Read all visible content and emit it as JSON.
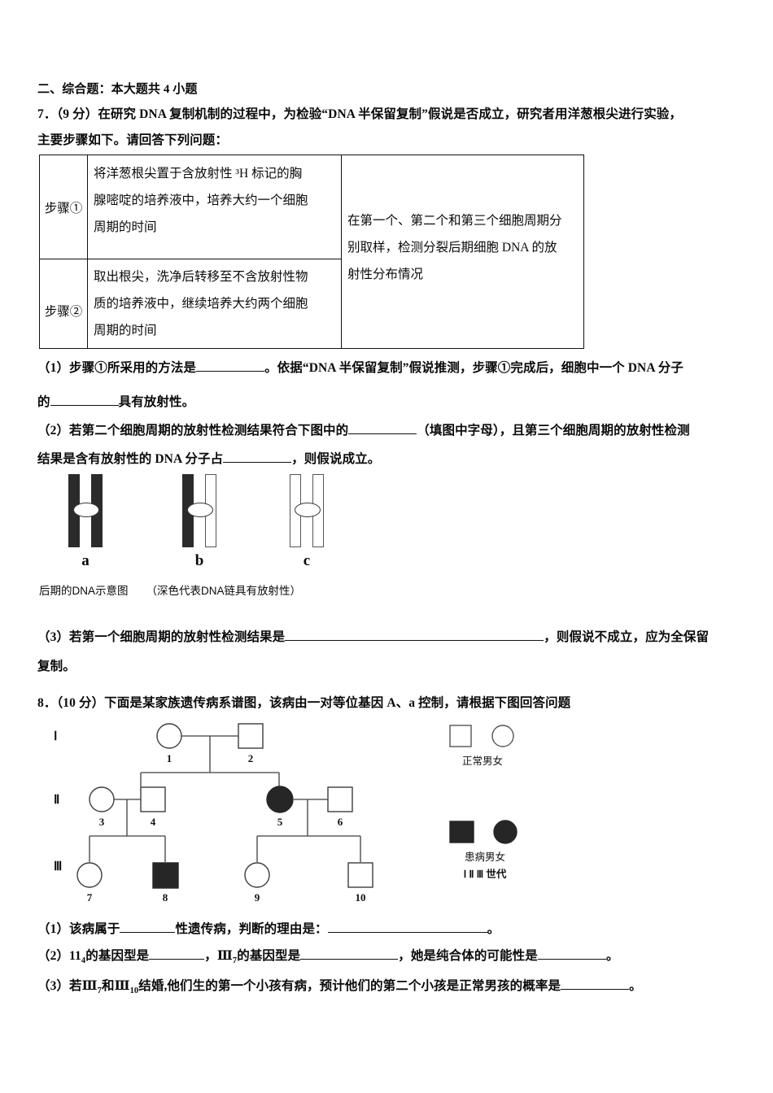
{
  "section": {
    "heading": "二、综合题：本大题共 4 小题"
  },
  "question7": {
    "stem_line1": "7．（9 分）在研究 DNA 复制机制的过程中，为检验“DNA 半保留复制”假说是否成立，研究者用洋葱根尖进行实验，",
    "stem_line2": "主要步骤如下。请回答下列问题：",
    "table": {
      "rows": [
        {
          "label": "步骤①",
          "text_lines": [
            "将洋葱根尖置于含放射性 ³H 标记的胸",
            "腺嘧啶的培养液中，培养大约一个细胞",
            "周期的时间"
          ]
        },
        {
          "label": "步骤②",
          "text_lines": [
            "取出根尖，洗净后转移至不含放射性物",
            "质的培养液中，继续培养大约两个细胞",
            "周期的时间"
          ]
        }
      ],
      "detection_lines": [
        "在第一个、第二个和第三个细胞周期分",
        "别取样，检测分裂后期细胞 DNA 的放",
        "射性分布情况"
      ]
    },
    "sub1_part1": "（1）步骤①所采用的方法是",
    "sub1_part2": "。依据“DNA 半保留复制”假说推测，步骤①完成后，细胞中一个 DNA 分子",
    "sub1_part3": "的",
    "sub1_part4": "具有放射性。",
    "sub2_part1": "（2）若第二个细胞周期的放射性检测结果符合下图中的",
    "sub2_part2": "（填图中字母），且第三个细胞周期的放射性检测",
    "sub2_part3": "结果是含有放射性的 DNA 分子占",
    "sub2_part4": "，则假说成立。",
    "sub3_part1": "（3）若第一个细胞周期的放射性检测结果是",
    "sub3_part2": "，则假说不成立，应为全保留",
    "sub3_part3": "复制。",
    "figure": {
      "items": [
        {
          "label": "a",
          "left_strand": "dark",
          "right_strand": "dark"
        },
        {
          "label": "b",
          "left_strand": "dark",
          "right_strand": "light"
        },
        {
          "label": "c",
          "left_strand": "light",
          "right_strand": "light"
        }
      ],
      "caption_main": "后期的DNA示意图",
      "caption_note": "（深色代表DNA链具有放射性）"
    }
  },
  "question8": {
    "stem": "8．（10 分）下面是某家族遗传病系谱图，该病由一对等位基因 A、a 控制，请根据下图回答问题",
    "pedigree": {
      "generation_labels": [
        "Ⅰ",
        "Ⅱ",
        "Ⅲ"
      ],
      "individuals": [
        {
          "id": "1",
          "sex": "female",
          "affected": false,
          "generation": "Ⅰ"
        },
        {
          "id": "2",
          "sex": "male",
          "affected": false,
          "generation": "Ⅰ"
        },
        {
          "id": "3",
          "sex": "female",
          "affected": false,
          "generation": "Ⅱ"
        },
        {
          "id": "4",
          "sex": "male",
          "affected": false,
          "generation": "Ⅱ"
        },
        {
          "id": "5",
          "sex": "female",
          "affected": true,
          "generation": "Ⅱ"
        },
        {
          "id": "6",
          "sex": "male",
          "affected": false,
          "generation": "Ⅱ"
        },
        {
          "id": "7",
          "sex": "female",
          "affected": false,
          "generation": "Ⅲ"
        },
        {
          "id": "8",
          "sex": "male",
          "affected": true,
          "generation": "Ⅲ"
        },
        {
          "id": "9",
          "sex": "female",
          "affected": false,
          "generation": "Ⅲ"
        },
        {
          "id": "10",
          "sex": "male",
          "affected": false,
          "generation": "Ⅲ"
        }
      ],
      "legend": {
        "normal_label": "正常男女",
        "affected_label": "患病男女",
        "generation_label": "Ⅰ Ⅱ Ⅲ 世代"
      }
    },
    "sub1_part1": "（1）该病属于",
    "sub1_part2": "性遗传病，判断的理由是：",
    "sub1_part3": "。",
    "sub2_part1": "（2）11",
    "sub2_sub1": "4",
    "sub2_part2": "的基因型是",
    "sub2_part3": "，Ⅲ",
    "sub2_sub2": "7",
    "sub2_part4": "的基因型是",
    "sub2_part5": "，她是纯合体的可能性是",
    "sub2_part6": "。",
    "sub3_part1": "（3）若Ⅲ",
    "sub3_sub1": "7",
    "sub3_part2": "和Ⅲ",
    "sub3_sub2": "10",
    "sub3_part3": "结婚,他们生的第一个小孩有病，预计他们的第二个小孩是正常男孩的概率是",
    "sub3_part4": "。"
  },
  "colors": {
    "ink": "#0a0a0a",
    "rule": "#111111",
    "affected_fill": "#262626",
    "chromatid_dark": "#2b2b2b",
    "chromatid_light": "#ffffff"
  }
}
